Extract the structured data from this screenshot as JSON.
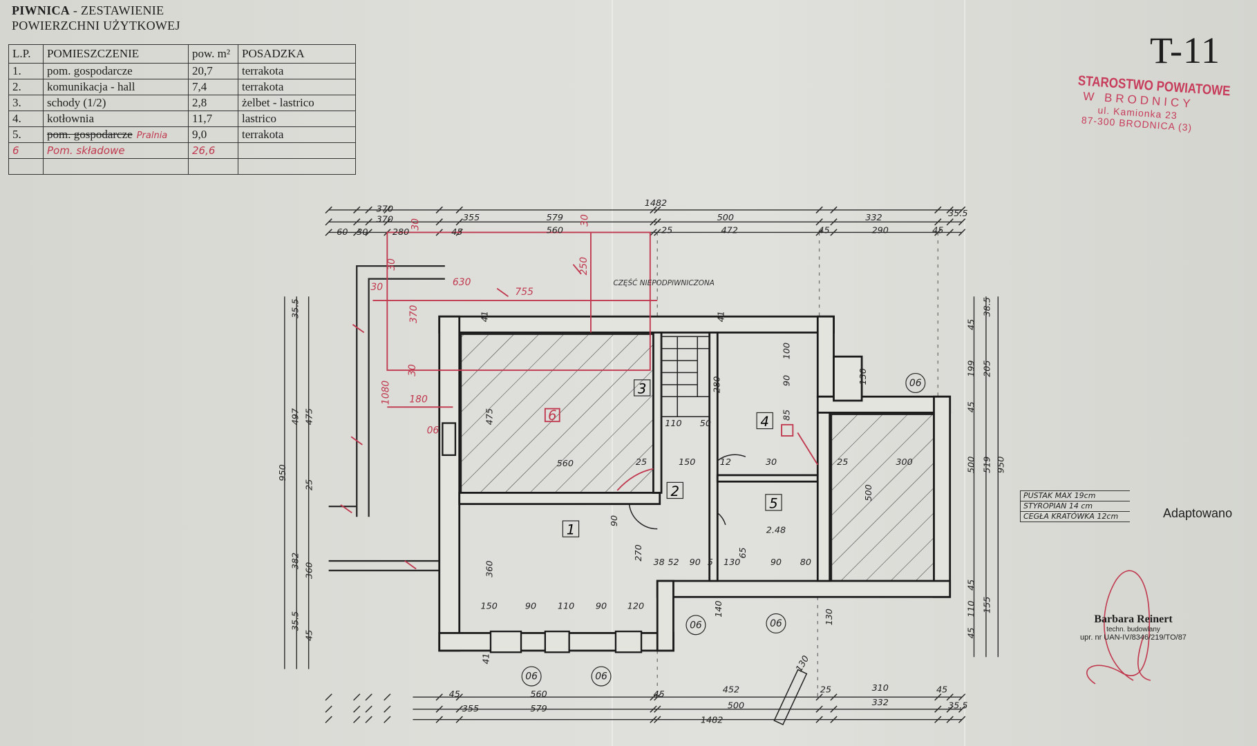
{
  "header": {
    "title_bold": "PIWNICA",
    "title_rest": " - ZESTAWIENIE",
    "title_line2": "POWIERZCHNI UŻYTKOWEJ"
  },
  "table": {
    "columns": [
      "L.P.",
      "POMIESZCZENIE",
      "pow. m²",
      "POSADZKA"
    ],
    "rows": [
      {
        "lp": "1.",
        "name": "pom. gospodarcze",
        "area": "20,7",
        "floor": "terrakota"
      },
      {
        "lp": "2.",
        "name": "komunikacja - hall",
        "area": "7,4",
        "floor": "terrakota"
      },
      {
        "lp": "3.",
        "name": "schody (1/2)",
        "area": "2,8",
        "floor": "żelbet - lastrico"
      },
      {
        "lp": "4.",
        "name": "kotłownia",
        "area": "11,7",
        "floor": "lastrico"
      },
      {
        "lp": "5.",
        "name": "pom. gospodarcze",
        "area": "9,0",
        "floor": "terrakota",
        "handwritten_correction": "Pralnia"
      },
      {
        "lp": "6",
        "name": "Pom. składowe",
        "area": "26,6",
        "floor": "",
        "handwritten": true
      }
    ]
  },
  "sheet_number": "T-11",
  "stamp": {
    "line1": "STAROSTWO POWIATOWE",
    "line2": "W BRODNICY",
    "line3": "ul. Kamionka 23",
    "line4": "87-300 BRODNICA (3)"
  },
  "wall_legend": [
    "PUSTAK MAX 19cm",
    "STYROPIAN 14 cm",
    "CEGŁA KRATÓWKA 12cm"
  ],
  "adapted_label": "Adaptowano",
  "signature": {
    "name": "Barbara Reinert",
    "role": "techn. budowlany",
    "license": "upr. nr UAN-IV/8346/219/TO/87"
  },
  "plan": {
    "rooms": [
      "1",
      "2",
      "3",
      "4",
      "5",
      "6"
    ],
    "note": "CZĘŚĆ NIEPODPIWNICZONA",
    "markers": [
      "06",
      "06",
      "06",
      "06",
      "06",
      "06"
    ],
    "dims": [
      "1482",
      "370",
      "370",
      "355",
      "579",
      "500",
      "332",
      "35.5",
      "60",
      "30",
      "280",
      "45",
      "560",
      "25",
      "472",
      "45",
      "290",
      "45",
      "45",
      "560",
      "45",
      "452",
      "25",
      "310",
      "45",
      "355",
      "579",
      "500",
      "332",
      "35.5",
      "1482",
      "35.5",
      "497",
      "475",
      "950",
      "25",
      "382",
      "360",
      "35.5",
      "45",
      "38.5",
      "45",
      "199",
      "205",
      "45",
      "500",
      "519",
      "950",
      "45",
      "110",
      "155",
      "45",
      "475",
      "560",
      "25",
      "150",
      "90",
      "110",
      "90",
      "120",
      "360",
      "270",
      "90",
      "280",
      "100",
      "90",
      "85",
      "300",
      "500",
      "25",
      "30",
      "12",
      "150",
      "110",
      "50",
      "38",
      "52",
      "90",
      "5",
      "130",
      "90",
      "80",
      "65",
      "2.48",
      "41",
      "41",
      "41",
      "140",
      "130",
      "130",
      "130"
    ],
    "red_dims": [
      "30",
      "630",
      "755",
      "250",
      "370",
      "30",
      "180",
      "1080",
      "30",
      "30",
      "30",
      "06"
    ]
  },
  "colors": {
    "ink": "#1d1d1d",
    "red": "#c0384e",
    "paper": "#dcdcd7"
  }
}
